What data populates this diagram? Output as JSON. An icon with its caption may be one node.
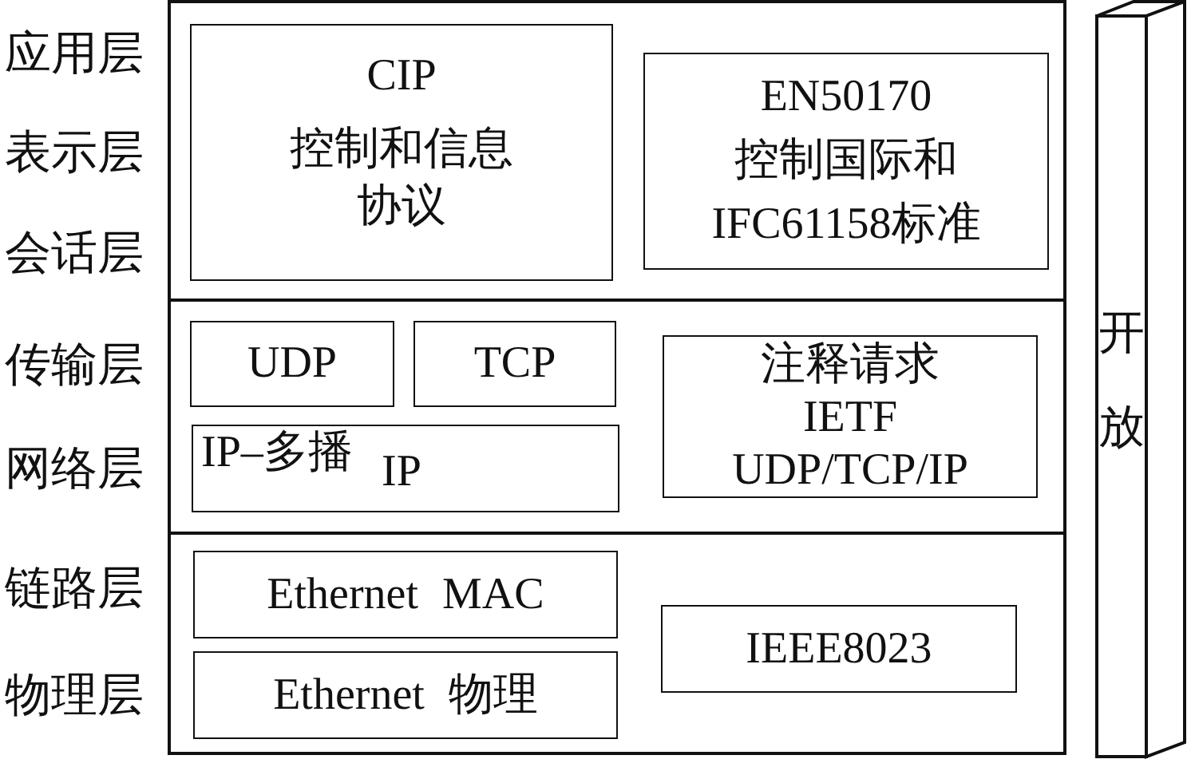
{
  "diagram": {
    "nodes": [
      {
        "text": [],
        "shape": "box"
      },
      {
        "text": [
          "CIP",
          "控制和信息协议"
        ],
        "in": 0
      },
      {
        "text": [
          "EN50170 控制国际和 IFC61158标准"
        ],
        "in": 0
      },
      {
        "text": [],
        "shape": "box"
      },
      {
        "text": [
          "UDP"
        ],
        "in": 3
      },
      {
        "text": [
          "TCP"
        ],
        "in": 3
      },
      {
        "text": [
          "IP–多播",
          "IP"
        ],
        "in": 3
      },
      {
        "text": [
          "注释请求",
          "IETF",
          "UDP/TCP/IP"
        ],
        "in": 3
      },
      {
        "text": [],
        "shape": "box"
      },
      {
        "text": [
          "Ethernet MAC"
        ],
        "in": 8
      },
      {
        "text": [
          "Ethernet 物理"
        ],
        "in": 8
      },
      {
        "text": [
          "IEEE8023"
        ],
        "in": 8
      },
      {
        "text": [
          "开放"
        ]
      }
    ],
    "labels": [
      "应用层",
      "表示层",
      "会话层",
      "传输层",
      "网络层",
      "链路层",
      "物理层"
    ]
  }
}
